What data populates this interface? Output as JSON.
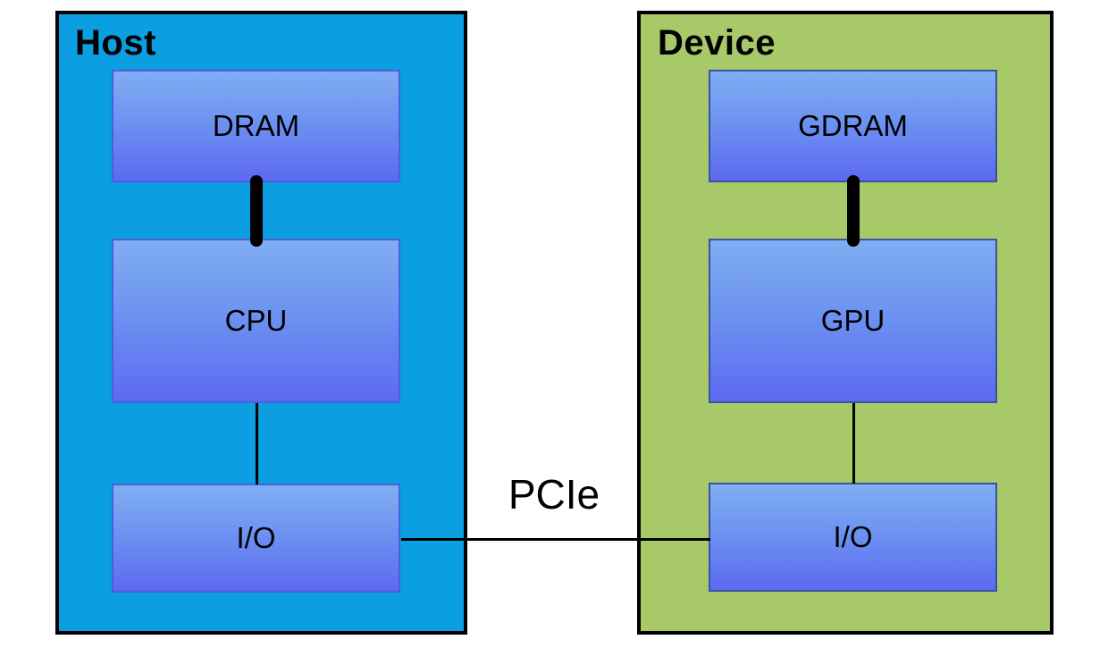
{
  "host": {
    "label": "Host",
    "background": "#0b9ee1",
    "blocks": {
      "dram": {
        "label": "DRAM"
      },
      "cpu": {
        "label": "CPU"
      },
      "io": {
        "label": "I/O"
      }
    }
  },
  "device": {
    "label": "Device",
    "background": "#a8c967",
    "blocks": {
      "gdram": {
        "label": "GDRAM"
      },
      "gpu": {
        "label": "GPU"
      },
      "io": {
        "label": "I/O"
      }
    }
  },
  "interconnect": {
    "label": "PCIe"
  },
  "connections": [
    {
      "from": "host.dram",
      "to": "host.cpu",
      "type": "thick-bus"
    },
    {
      "from": "host.cpu",
      "to": "host.io",
      "type": "thin-line"
    },
    {
      "from": "device.gdram",
      "to": "device.gpu",
      "type": "thick-bus"
    },
    {
      "from": "device.gpu",
      "to": "device.io",
      "type": "thin-line"
    },
    {
      "from": "host.io",
      "to": "device.io",
      "type": "thin-line",
      "label": "PCIe"
    }
  ],
  "colors": {
    "host_background": "#0b9ee1",
    "device_background": "#a8c967",
    "block_gradient_top": "#80aef3",
    "block_gradient_bottom": "#5c6af0",
    "host_block_border": "#4a5ede",
    "device_block_border": "#3b51a3",
    "container_border": "#000000",
    "connector": "#000000",
    "text": "#000000",
    "page_background": "#ffffff"
  }
}
